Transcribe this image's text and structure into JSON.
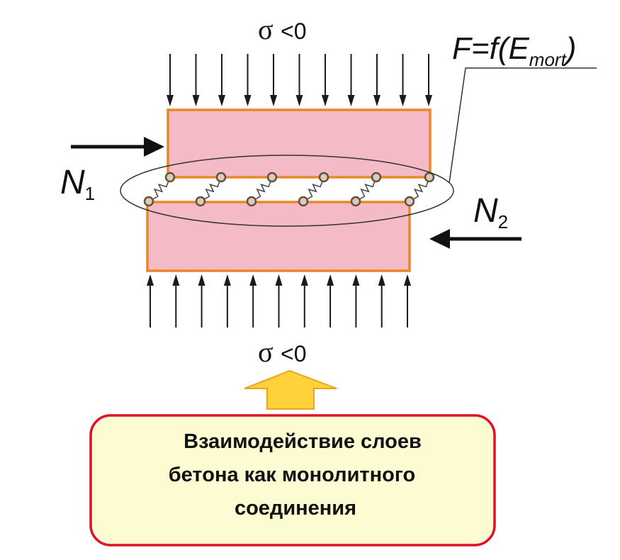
{
  "top_label": {
    "symbol": "σ",
    "condition": "<0"
  },
  "bottom_label": {
    "symbol": "σ",
    "condition": "<0"
  },
  "formula": {
    "lhs": "F=f(E",
    "subscript": "mort",
    "tail": ")"
  },
  "force_left": {
    "letter": "N",
    "index": "1"
  },
  "force_right": {
    "letter": "N",
    "index": "2"
  },
  "callout_lines": [
    "Взаимодействие слоев",
    "бетона как монолитного",
    "соединения"
  ],
  "colors": {
    "block_fill": "#f4bac6",
    "block_stroke": "#e8862a",
    "arrow": "#1a1a1a",
    "node_fill": "#d6cdbf",
    "node_stroke": "#6b4f35",
    "callout_fill": "#fdfbd2",
    "callout_stroke": "#e0102a",
    "pointer_arrow_fill": "#ffd23c",
    "pointer_arrow_stroke": "#f0a21e"
  }
}
